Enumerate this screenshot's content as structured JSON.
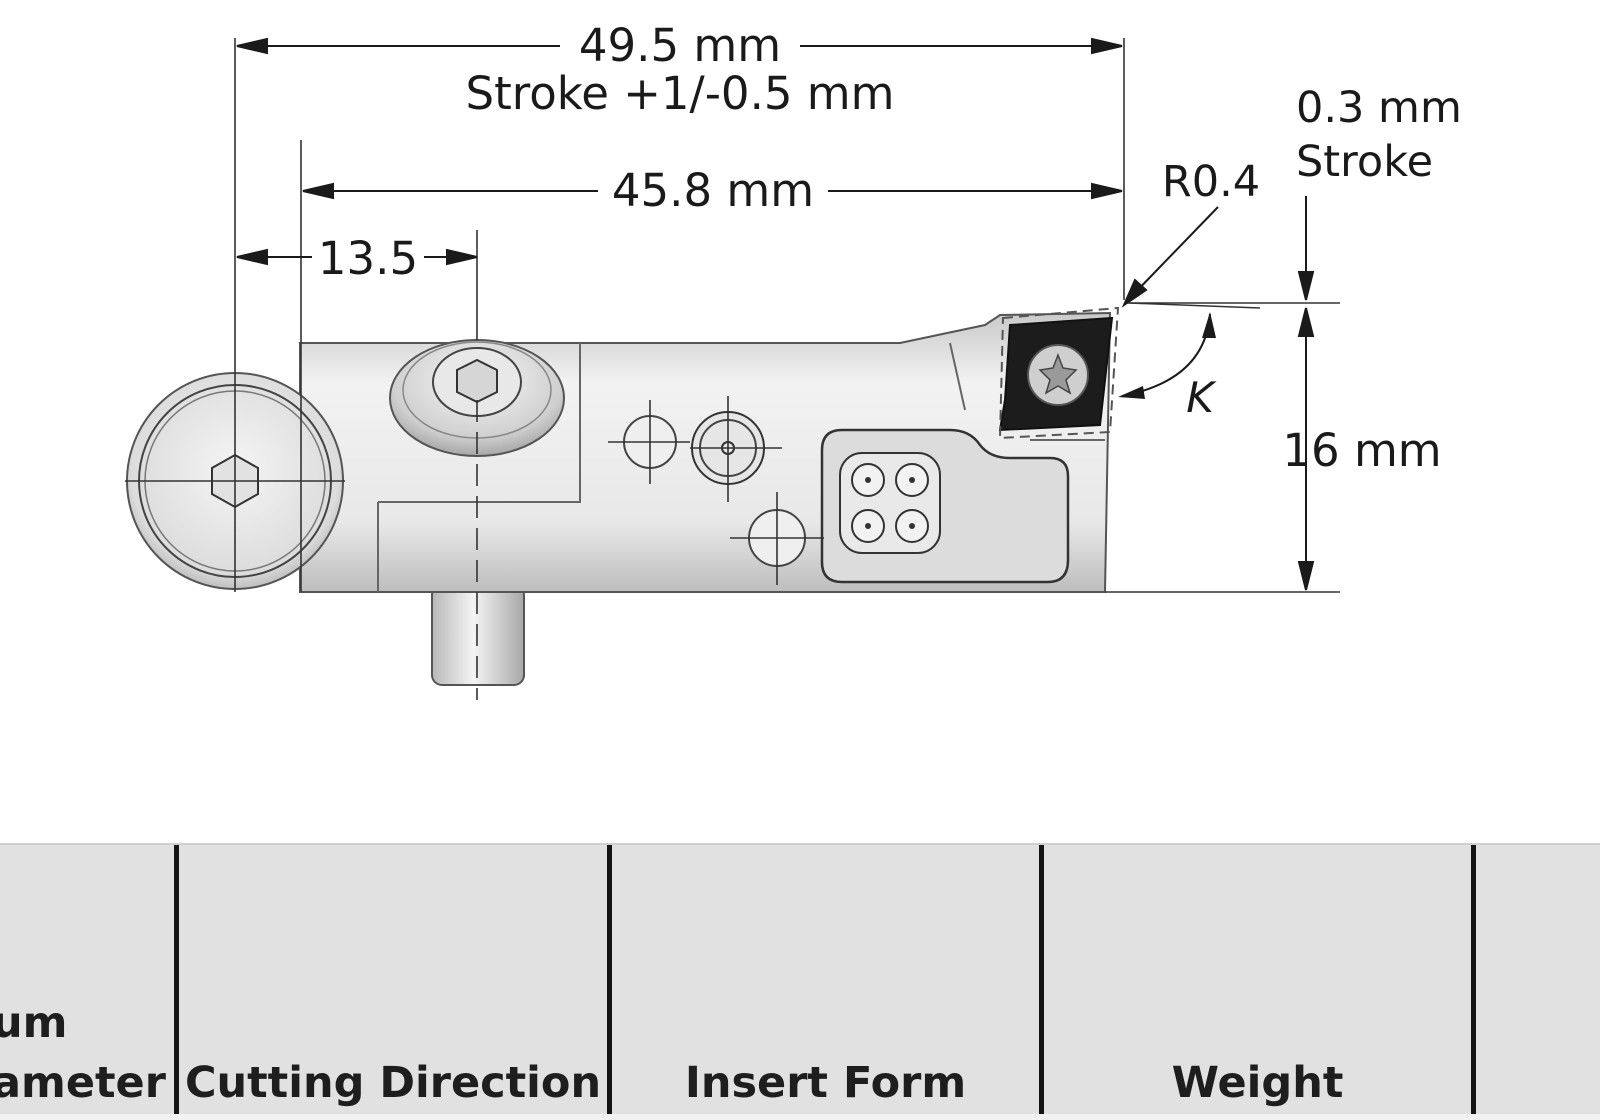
{
  "dimensions": {
    "overall_length": "49.5 mm",
    "stroke_range": "Stroke +1/-0.5 mm",
    "body_length": "45.8 mm",
    "pivot_offset": "13.5",
    "corner_radius": "R0.4",
    "fine_stroke_value": "0.3 mm",
    "fine_stroke_label": "Stroke",
    "height": "16 mm",
    "angle_symbol": "K"
  },
  "table": {
    "headers": [
      {
        "line1": "um",
        "line2": "ameter"
      },
      {
        "line1": "",
        "line2": "Cutting Direction"
      },
      {
        "line1": "",
        "line2": "Insert Form"
      },
      {
        "line1": "",
        "line2": "Weight"
      },
      {
        "line1": "",
        "line2": ""
      }
    ]
  },
  "colors": {
    "line": "#1a1a1a",
    "body_fill": "#e4e4e4",
    "insert_fill": "#1c1c1c",
    "table_bg": "#e2e1e1"
  }
}
